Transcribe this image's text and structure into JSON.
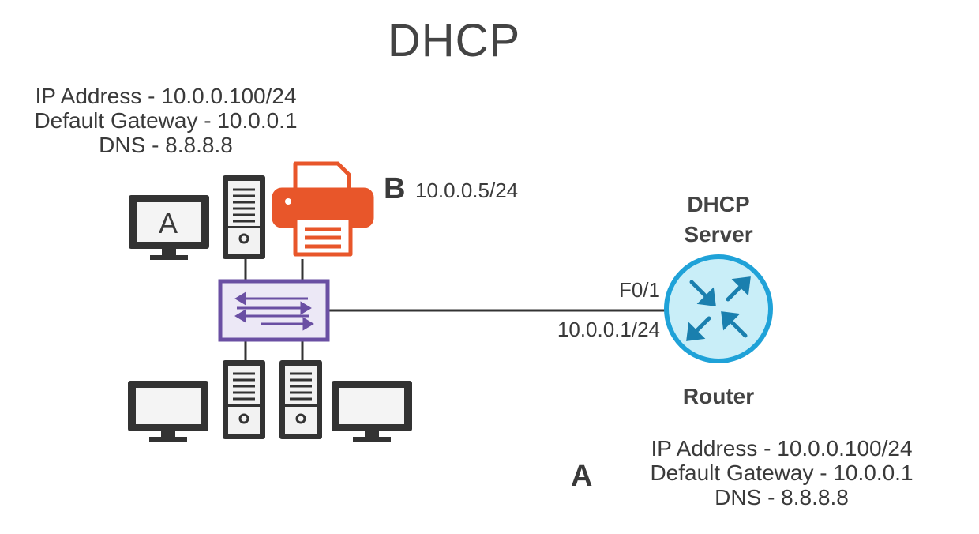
{
  "title": "DHCP",
  "host_a_config_top": {
    "ip": "IP Address - 10.0.0.100/24",
    "gateway": "Default Gateway - 10.0.0.1",
    "dns": "DNS - 8.8.8.8"
  },
  "pc_a_screen_letter": "A",
  "printer": {
    "letter": "B",
    "ip": "10.0.0.5/24"
  },
  "router": {
    "top_label_line1": "DHCP",
    "top_label_line2": "Server",
    "bottom_label": "Router",
    "interface": "F0/1",
    "interface_ip": "10.0.0.1/24"
  },
  "host_a_config_bottom": {
    "letter": "A",
    "ip": "IP Address - 10.0.0.100/24",
    "gateway": "Default Gateway - 10.0.0.1",
    "dns": "DNS - 8.8.8.8"
  },
  "colors": {
    "switch": "#6a4fa3",
    "switch_fill": "#ece8f6",
    "printer": "#e8562a",
    "router_fill": "#c9eef8",
    "router_ring": "#1fa2d8",
    "router_arrows": "#1a7fae",
    "device": "#333333",
    "device_fill": "#f2f2f2"
  }
}
